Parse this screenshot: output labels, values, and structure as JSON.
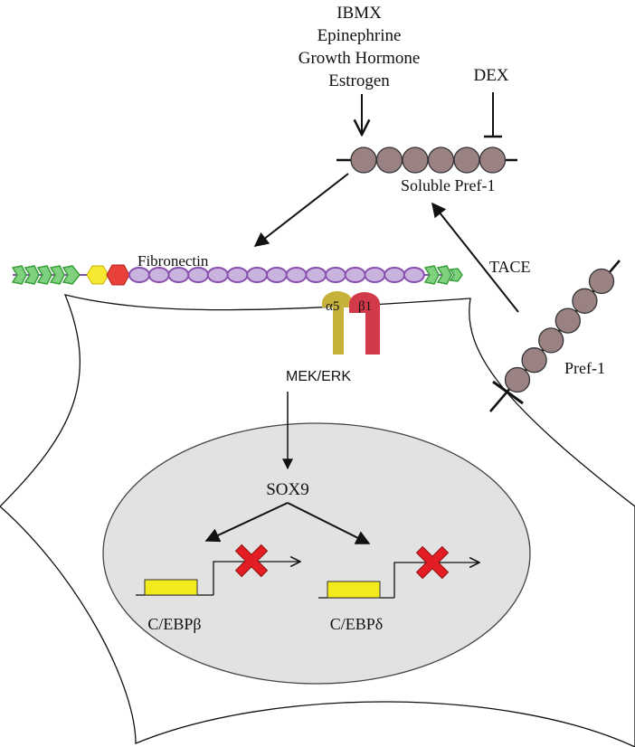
{
  "stimuli": {
    "line1": "IBMX",
    "line2": "Epinephrine",
    "line3": "Growth Hormone",
    "line4": "Estrogen"
  },
  "inhibitor": "DEX",
  "soluble_label": "Soluble Pref-1",
  "fibronectin_label": "Fibronectin",
  "tace_label": "TACE",
  "pref1_label": "Pref-1",
  "integrin": {
    "alpha": "α5",
    "beta": "β1"
  },
  "pathway": "MEK/ERK",
  "tf": "SOX9",
  "genes": {
    "left": "C/EBPβ",
    "right": "C/EBPδ"
  },
  "colors": {
    "pref1_bead": "#9b8282",
    "fibronectin_bead": "#c9b4de",
    "fibronectin_outline": "#8a4fb0",
    "green_module": "#7fd07f",
    "yellow_module": "#f6e733",
    "red_module": "#e8413a",
    "alpha5": "#c6b13a",
    "beta1": "#d23a4a",
    "nucleus": "#e2e2e2",
    "gene_box": "#f2ea1c",
    "block_x": "#e31d24"
  }
}
